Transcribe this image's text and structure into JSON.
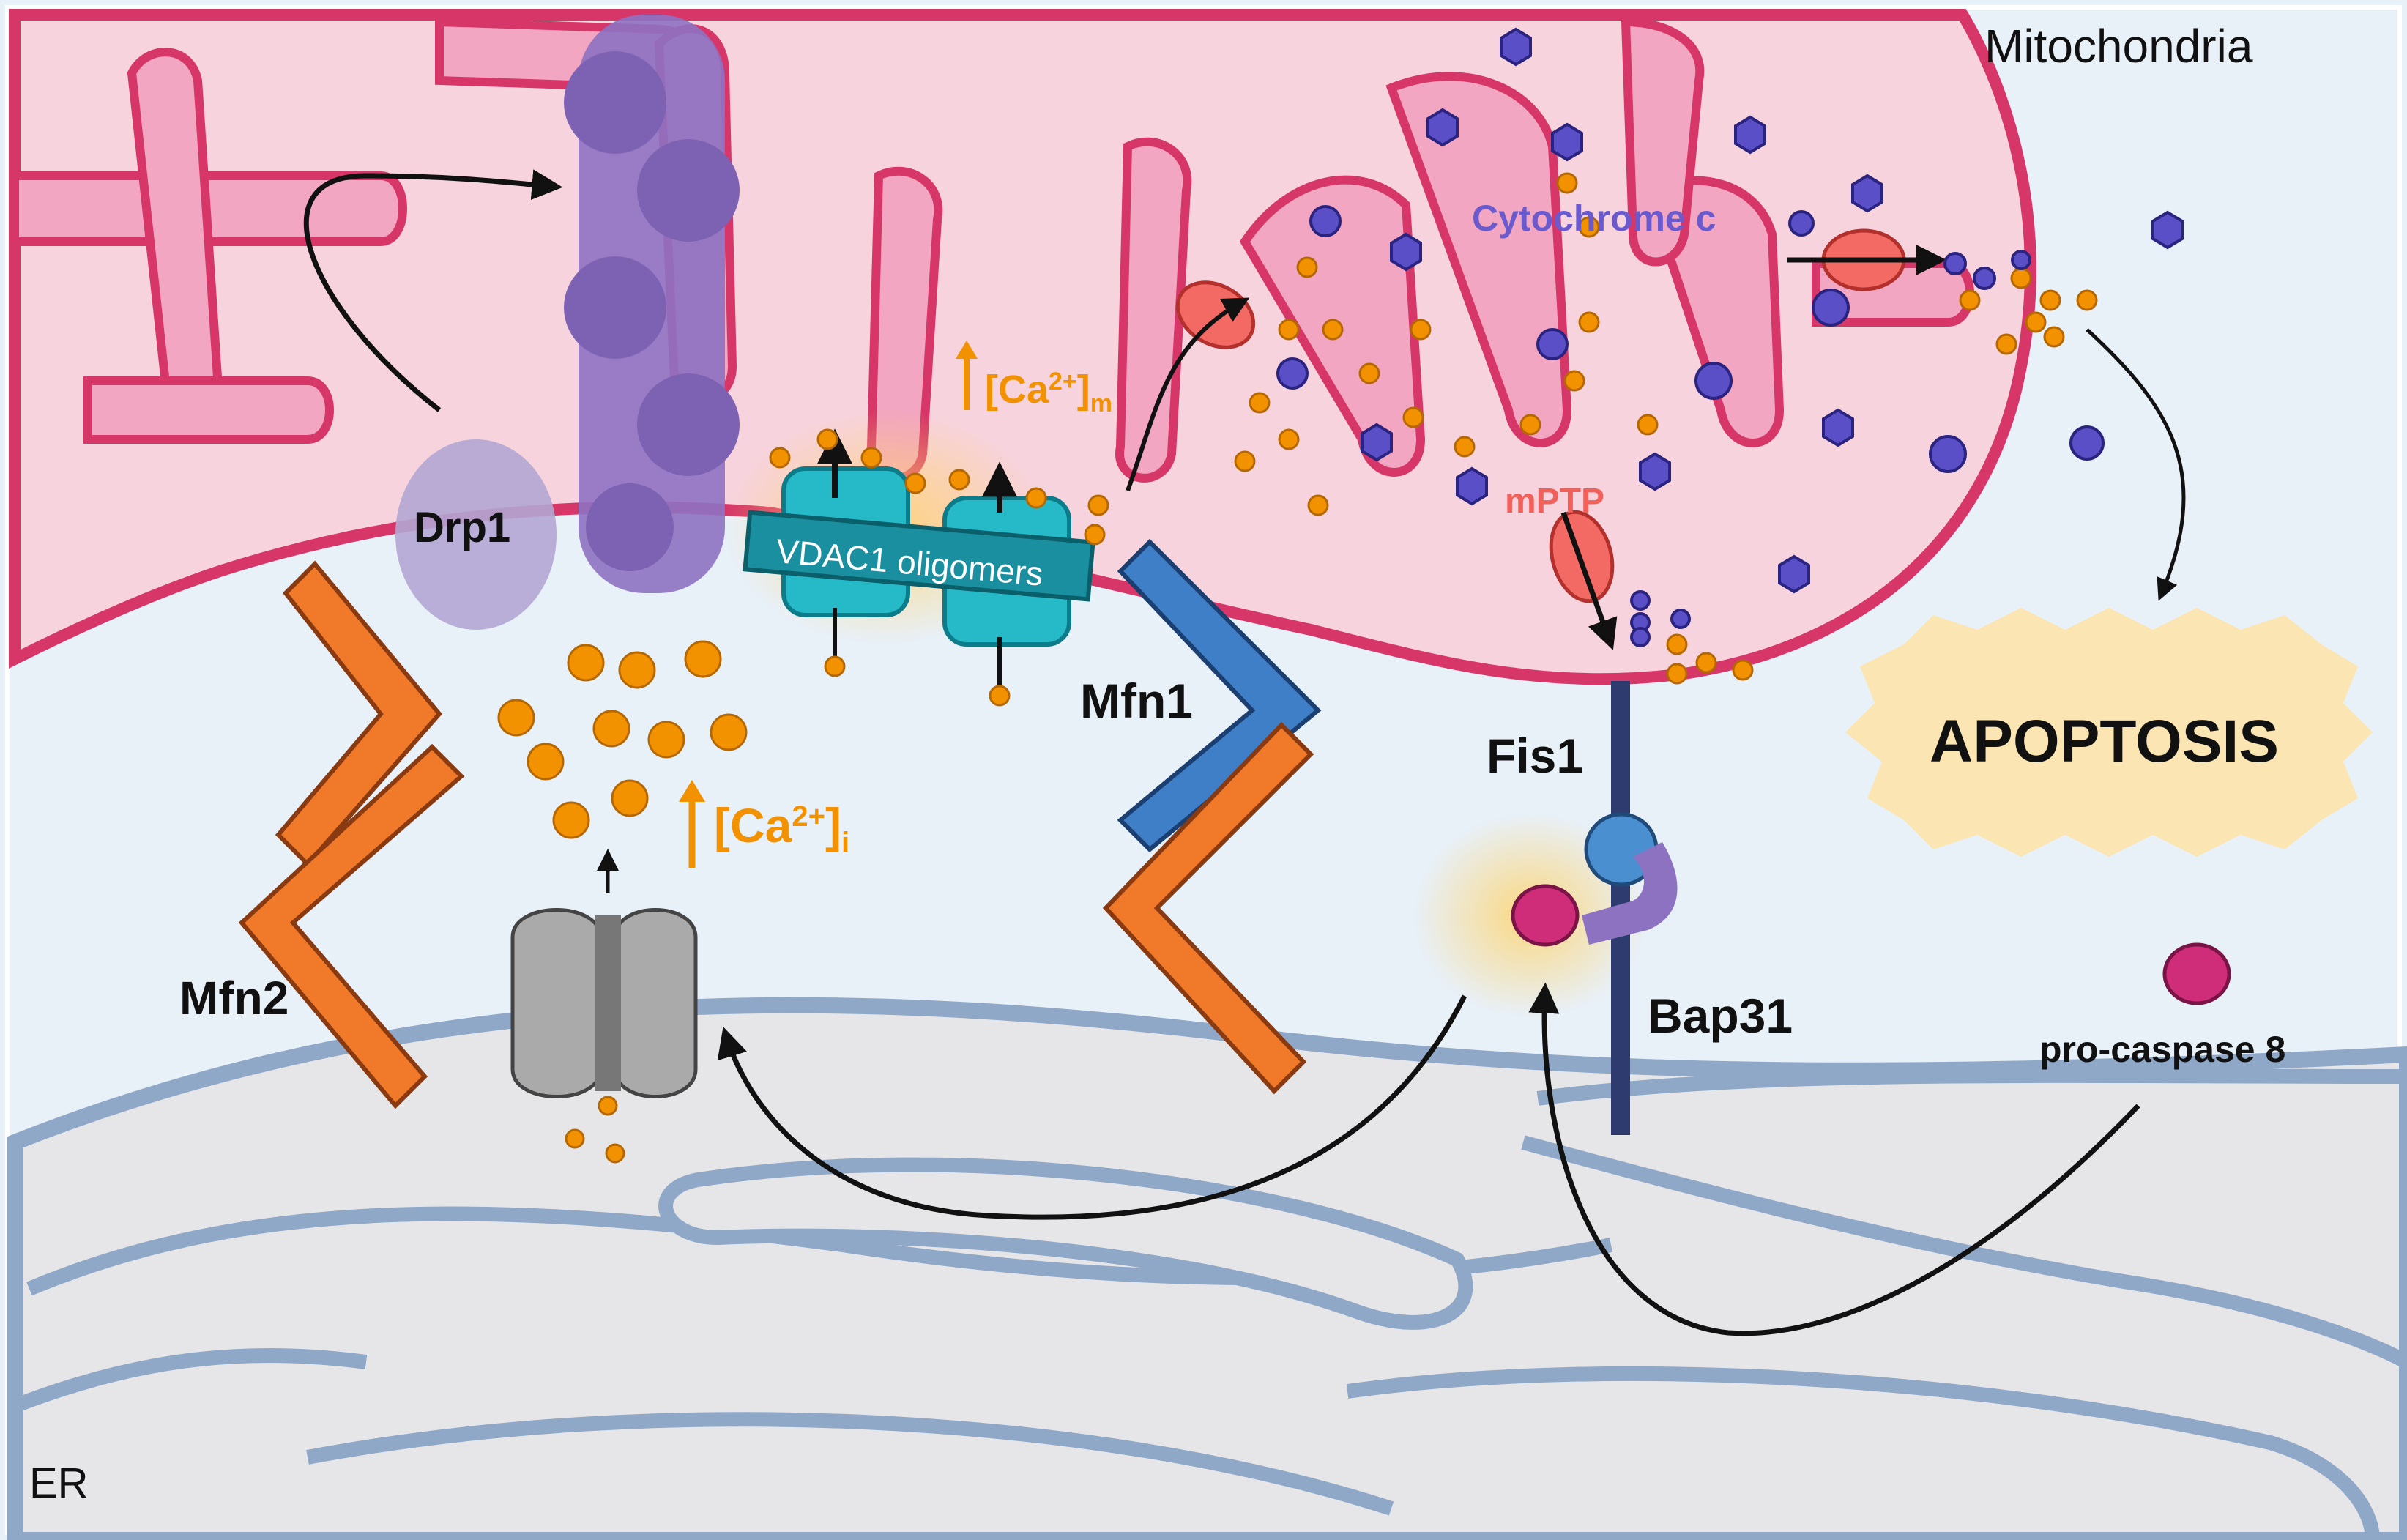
{
  "labels": {
    "mitochondria": "Mitochondria",
    "er": "ER",
    "drp1": "Drp1",
    "mfn1": "Mfn1",
    "mfn2": "Mfn2",
    "fis1": "Fis1",
    "bap31": "Bap31",
    "vdac1": "VDAC1 oligomers",
    "ca_mito": "[Ca",
    "ca_mito_sup": "2+",
    "ca_mito_sub": "m",
    "ca_intra": "[Ca",
    "ca_intra_sup": "2+",
    "ca_intra_sub": "i",
    "cytochrome": "Cytochrome c",
    "mptp": "mPTP",
    "apoptosis": "APOPTOSIS",
    "procaspase": "pro-caspase 8"
  },
  "colors": {
    "background": "#e8f0f8",
    "mito_matrix": "#f7d3de",
    "mito_membrane": "#d63768",
    "cristae_fill": "#f2a6c1",
    "er_fill": "#e6e6e8",
    "er_stroke": "#8fa8c8",
    "calcium": "#f39200",
    "cytochrome": "#5b4fc7",
    "mfn2": "#f07a2a",
    "mfn1": "#3f7fc7",
    "vdac": "#26b9c7",
    "drp1": "#8e72c2",
    "pore": "#f26a63",
    "apoptosis_burst": "#fbe6b3",
    "procaspase": "#cf2c7a",
    "fis1": "#2d3b6e"
  }
}
